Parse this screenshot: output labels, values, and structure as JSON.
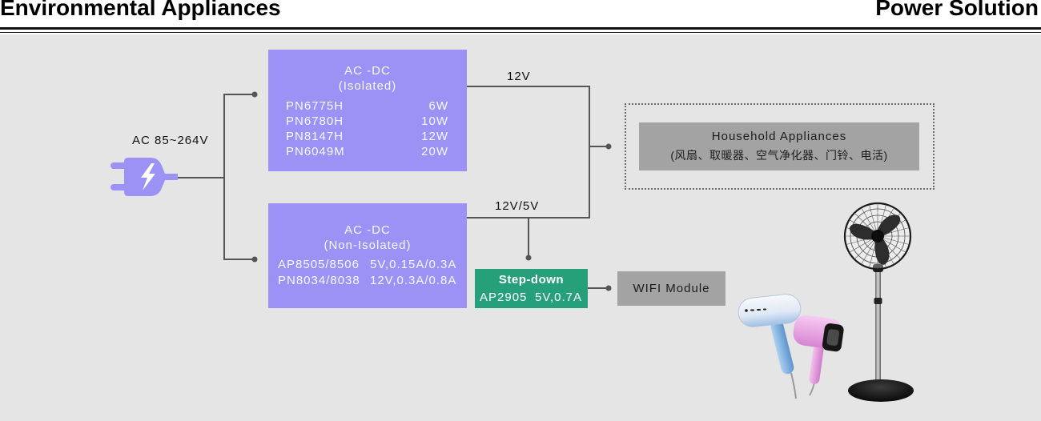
{
  "header": {
    "left_title": "Environmental Appliances",
    "right_title": "Power Solution"
  },
  "input": {
    "label": "AC 85~264V",
    "icon": "power-plug-icon"
  },
  "isolated_converter": {
    "title": "AC -DC",
    "subtitle": "(Isolated)",
    "parts": [
      {
        "part": "PN6775H",
        "power": "6W"
      },
      {
        "part": "PN6780H",
        "power": "10W"
      },
      {
        "part": "PN8147H",
        "power": "12W"
      },
      {
        "part": "PN6049M",
        "power": "20W"
      }
    ]
  },
  "non_isolated_converter": {
    "title": "AC -DC",
    "subtitle": "(Non-Isolated)",
    "parts": [
      {
        "part": "AP8505/8506",
        "spec": "5V,0.15A/0.3A"
      },
      {
        "part": "PN8034/8038",
        "spec": "12V,0.3A/0.8A"
      }
    ]
  },
  "outputs": {
    "isolated": "12V",
    "non_isolated": "12V/5V"
  },
  "household": {
    "title": "Household Appliances",
    "examples": "(风扇、取暖器、空气净化器、门铃、电活)"
  },
  "step_down": {
    "title": "Step-down",
    "part": "AP2905",
    "spec": "5V,0.7A"
  },
  "wifi_module": {
    "label": "WIFI Module"
  },
  "colors": {
    "panel_background": "#e5e5e5",
    "converter_fill": "#9c92f6",
    "step_down_fill": "#26a07b",
    "module_fill": "#a3a3a3",
    "connector": "#555555"
  }
}
